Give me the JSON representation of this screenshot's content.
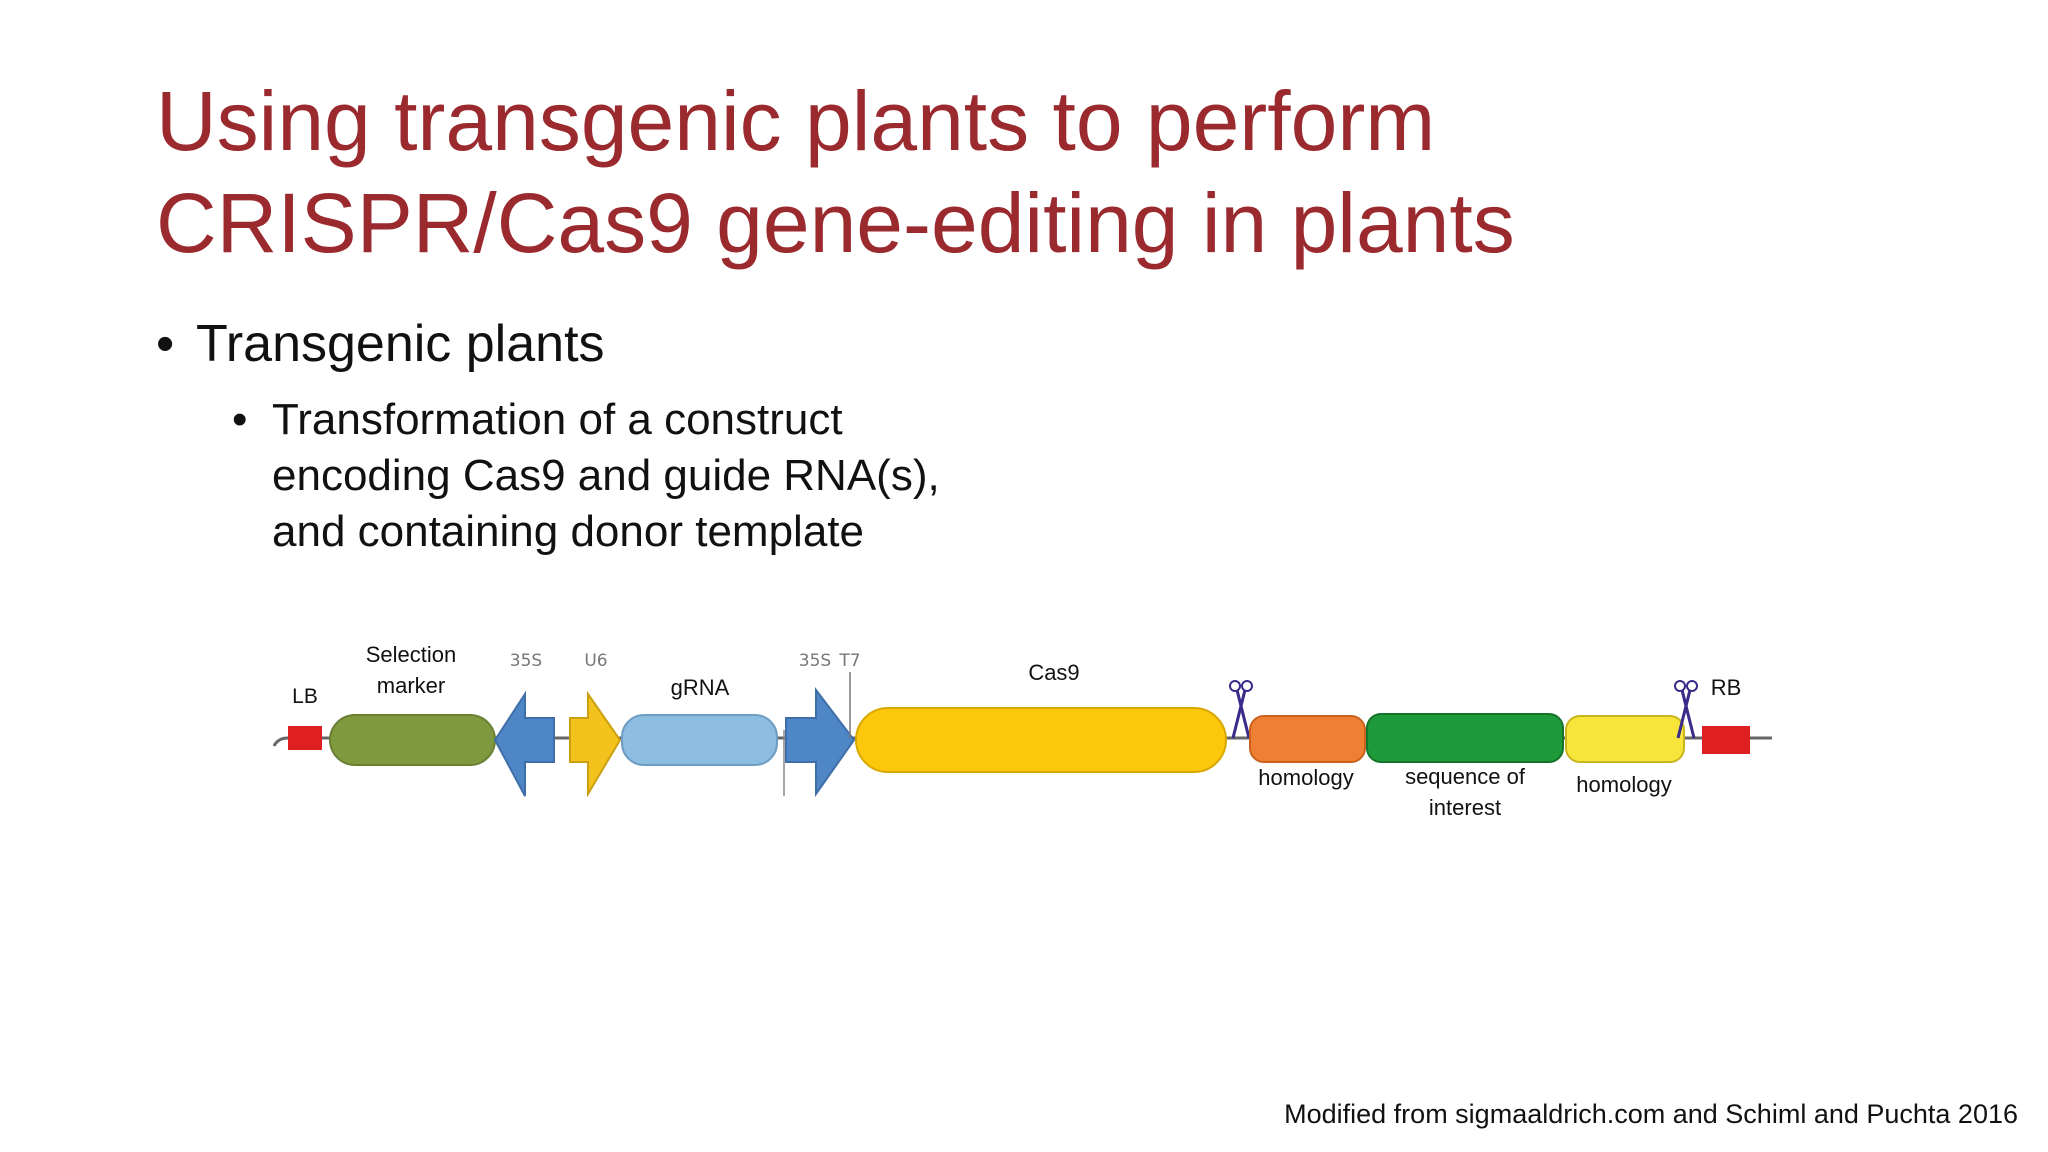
{
  "title": {
    "line1": "Using transgenic plants to perform",
    "line2": "CRISPR/Cas9 gene-editing in plants"
  },
  "bullets": {
    "level1": {
      "marker": "•",
      "text": "Transgenic plants"
    },
    "level2": {
      "marker": "•",
      "line1": "Transformation of a construct",
      "line2": "encoding Cas9 and guide RNA(s),",
      "line3": "and containing donor template"
    }
  },
  "diagram": {
    "labels": {
      "lb": "LB",
      "selection_line1": "Selection",
      "selection_line2": "marker",
      "p35s_1": "35S",
      "u6": "U6",
      "grna": "gRNA",
      "p35s_2": "35S",
      "t7": "T7",
      "cas9": "Cas9",
      "homology_left": "homology",
      "seq_line1": "sequence of",
      "seq_line2": "interest",
      "homology_right": "homology",
      "rb": "RB"
    },
    "colors": {
      "border_red": "#e02020",
      "selection_marker": "#7f9a3e",
      "promoter_35s": "#4f86c6",
      "u6": "#f4c21c",
      "grna": "#8dbde0",
      "cas9": "#fdc80c",
      "homology_left": "#ef7f32",
      "sequence_of_interest": "#1f9a3a",
      "homology_right": "#f7e53a",
      "scissors": "#3a2a8a"
    },
    "icons": [
      "scissors-icon",
      "scissors-icon"
    ]
  },
  "footer": {
    "credit": "Modified from sigmaaldrich.com and Schiml and Puchta 2016"
  }
}
